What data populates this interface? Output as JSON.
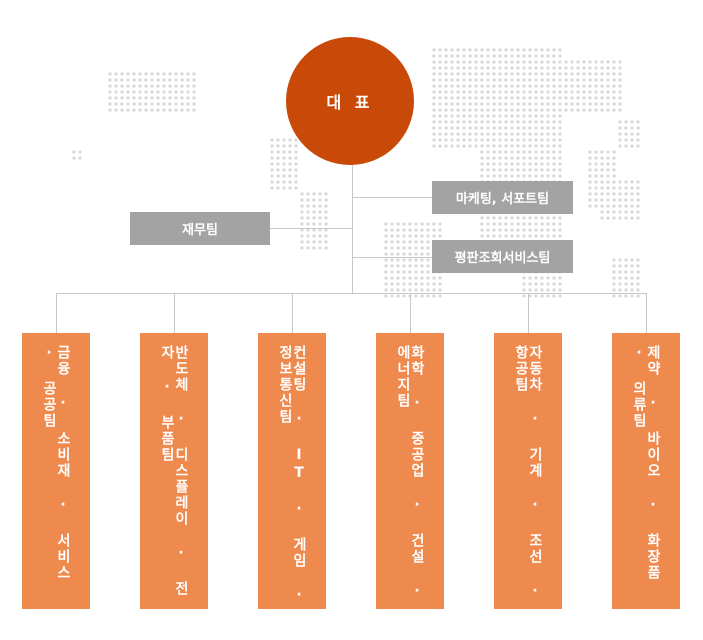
{
  "colors": {
    "ceo": "#c94a08",
    "staff_box": "#a3a3a3",
    "dept_box": "#ef8a4f",
    "line": "#c8c8c8",
    "map_dots": "#d9d9d9"
  },
  "ceo": {
    "label": "대 표"
  },
  "staff": {
    "marketing": "마케팅, 서포트팀",
    "finance": "재무팀",
    "reputation": "평판조회서비스팀"
  },
  "departments": [
    "금융 · 소비재 · 서비스 · 공공팀",
    "반도체 · 디스플레이 · 전자 · 부품팀",
    "컨설팅 · IT · 게임 · 정보통신팀",
    "화학 · 중공업 · 건설 · 에너지팀",
    "자동차 · 기계 · 조선 · 항공팀",
    "제약 · 바이오 · 화장품 · 의류팀"
  ]
}
